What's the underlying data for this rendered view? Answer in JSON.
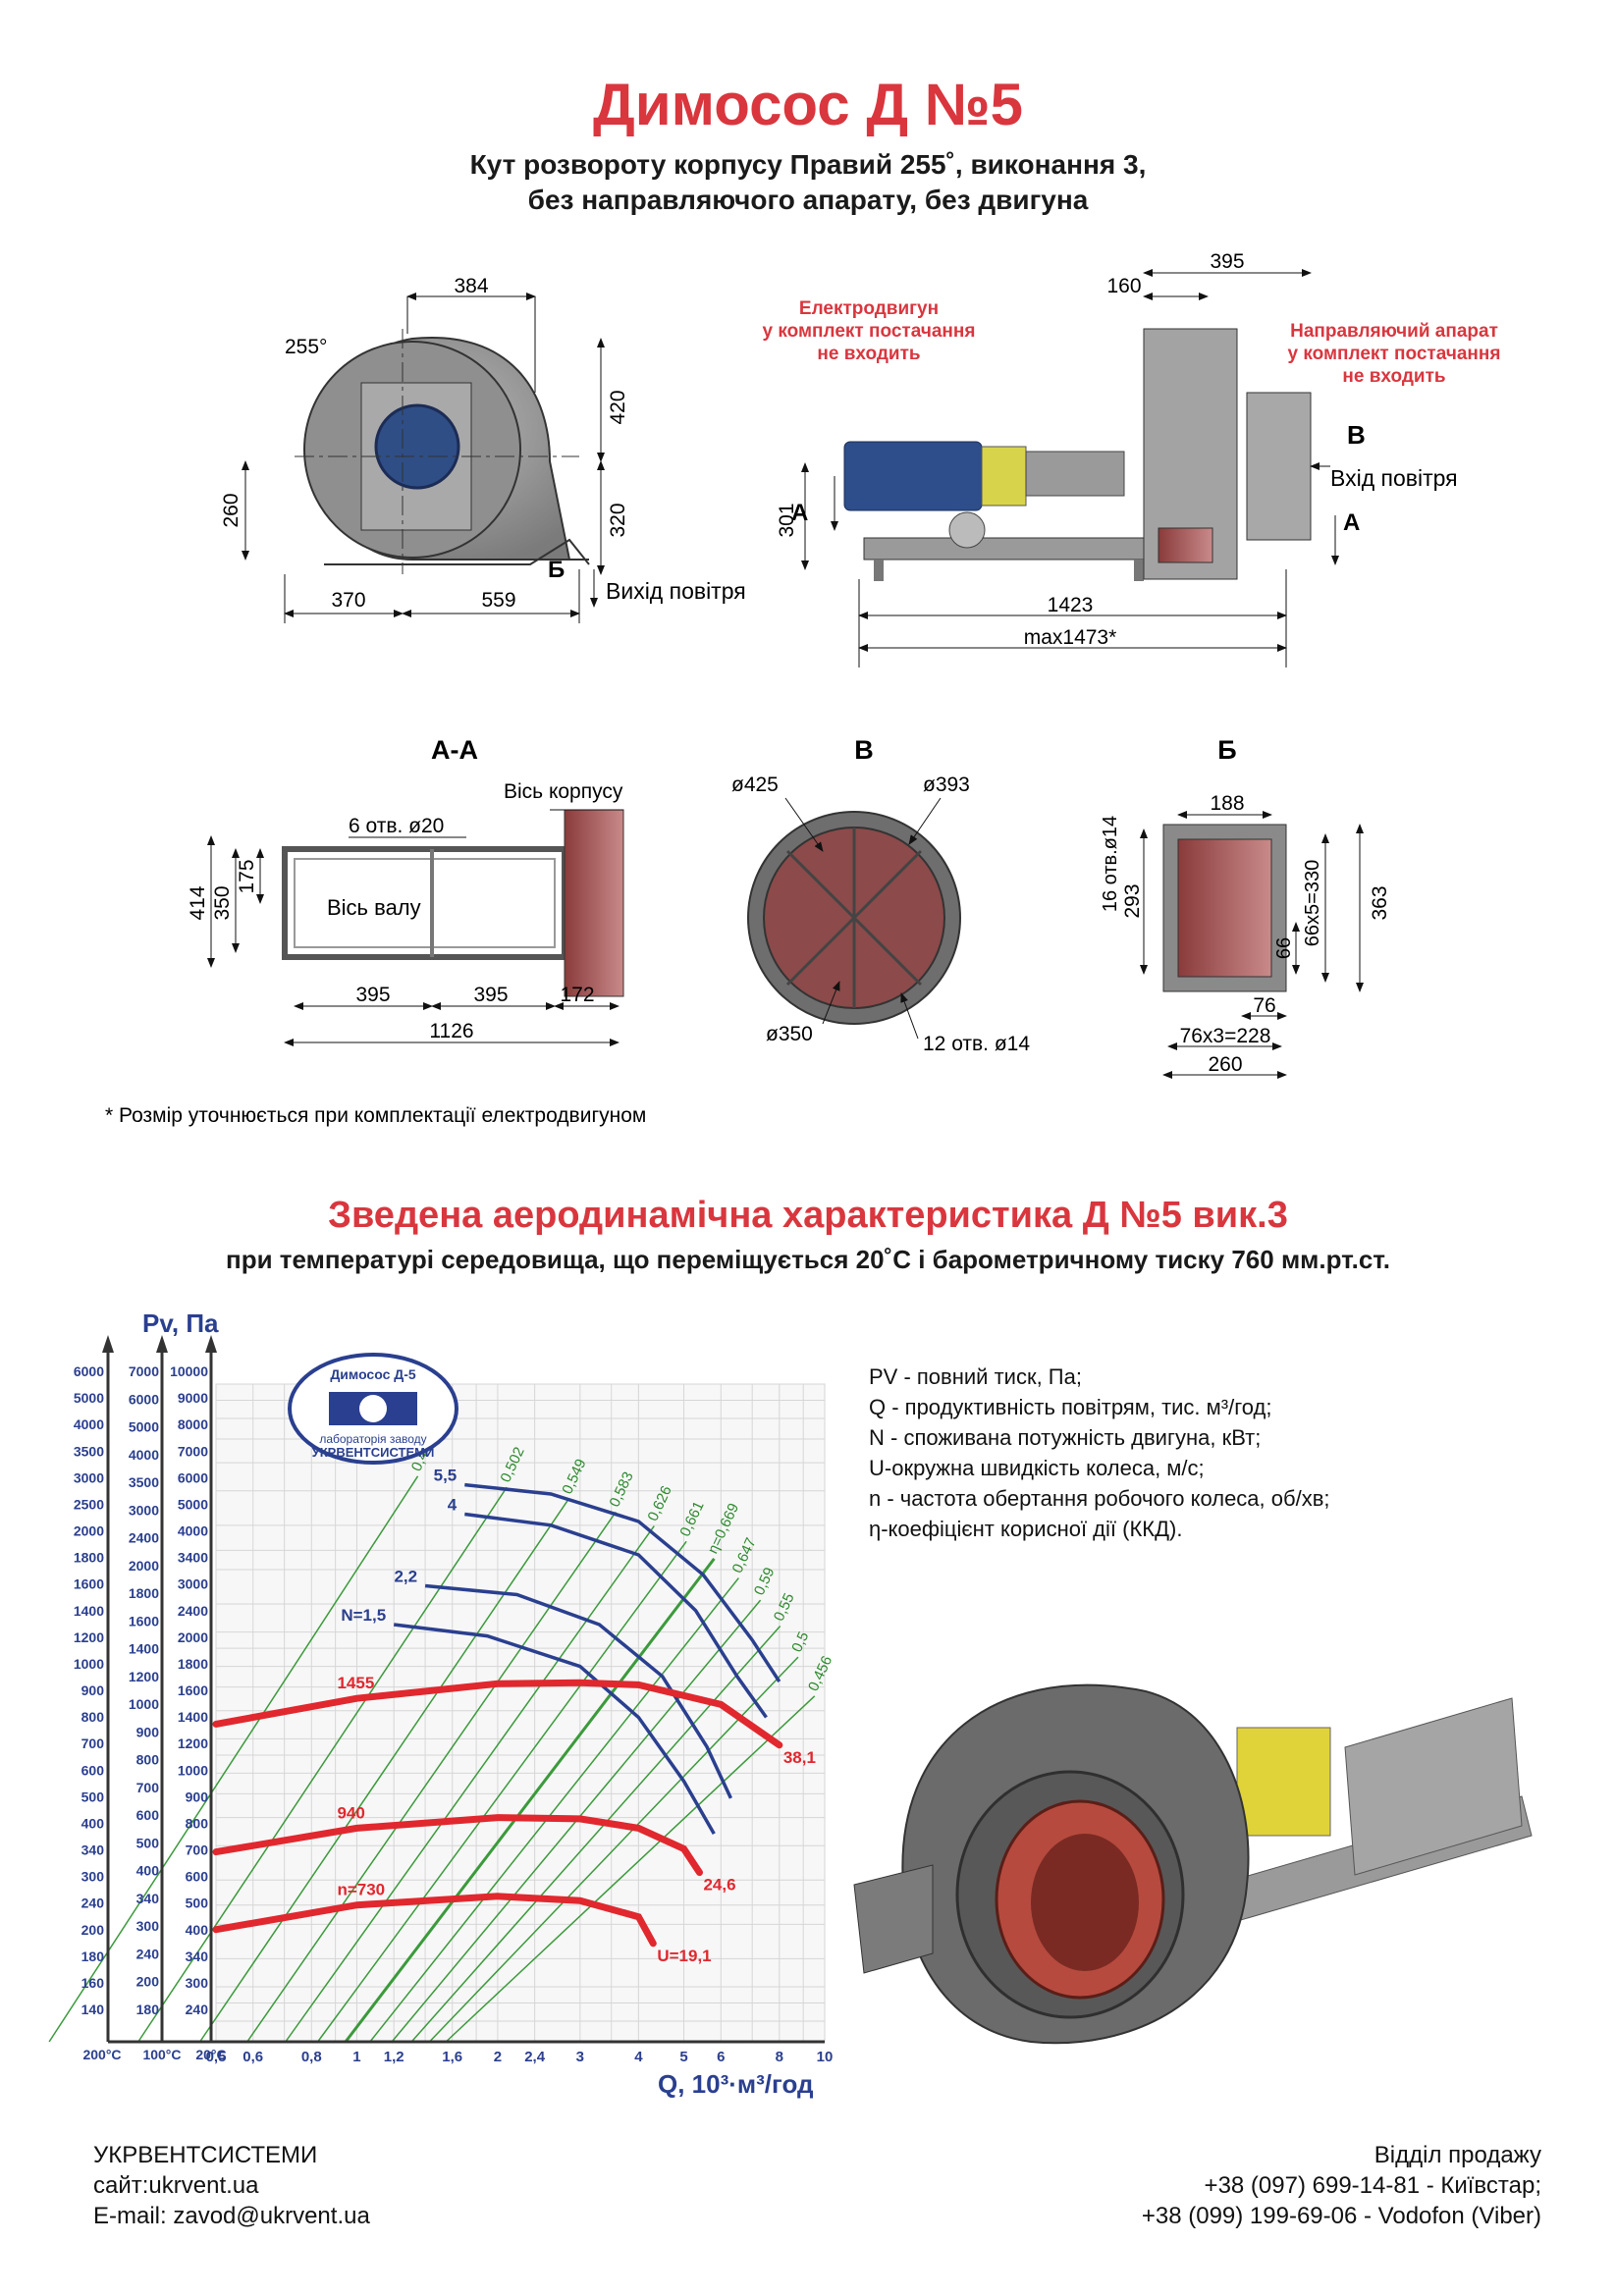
{
  "header": {
    "title": "Димосос  Д №5",
    "subtitle_line1": "Кут розвороту корпусу Правий 255˚, виконання 3,",
    "subtitle_line2": "без направляючого апарату, без двигуна"
  },
  "drawing": {
    "front": {
      "angle": "255°",
      "d_top": "384",
      "d_right_top": "420",
      "d_right_bottom": "320",
      "d_left": "260",
      "d_bottom_left": "370",
      "d_bottom_right": "559",
      "section_b": "Б",
      "outlet": "Вихід повітря"
    },
    "side": {
      "motor_note": [
        "Електродвигун",
        "у комплект постачання",
        "не входить"
      ],
      "guide_note": [
        "Направляючий апарат",
        "у комплект постачання",
        "не входить"
      ],
      "d_top_395": "395",
      "d_top_160": "160",
      "d_height": "301",
      "section_a_left": "А",
      "section_a_right": "А",
      "section_v": "В",
      "inlet": "Вхід повітря",
      "d_len": "1423",
      "d_max": "max1473*"
    },
    "section_aa": {
      "title": "А-А",
      "holes": "6 отв. ø20",
      "body_axis": "Вісь корпусу",
      "shaft_axis": "Вісь валу",
      "d_414": "414",
      "d_350": "350",
      "d_175": "175",
      "d_395a": "395",
      "d_395b": "395",
      "d_172": "172",
      "d_1126": "1126"
    },
    "section_v": {
      "title": "В",
      "d425": "ø425",
      "d393": "ø393",
      "d350": "ø350",
      "holes": "12 отв. ø14"
    },
    "section_b": {
      "title": "Б",
      "d188": "188",
      "holes": "16 отв.ø14",
      "d293": "293",
      "d330": "66x5=330",
      "d363": "363",
      "d66": "66",
      "d76": "76",
      "d228": "76x3=228",
      "d260": "260"
    },
    "footnote": "* Розмір уточнюється при комплектації електродвигуном"
  },
  "chart_header": {
    "title": "Зведена аеродинамічна характеристика Д №5 вик.3",
    "subtitle": "при температурі середовища, що переміщується 20˚С і барометричному тиску 760 мм.рт.ст."
  },
  "chart_data": {
    "type": "line",
    "ylabel": "Pv, Па",
    "xlabel": "Q, 10³·м³/год",
    "x_scale": "log",
    "y_scale": "log",
    "x_ticks": [
      0.5,
      0.6,
      0.8,
      1,
      1.2,
      1.6,
      2,
      2.4,
      3,
      4,
      5,
      6,
      8,
      10
    ],
    "x_tick_labels": [
      "0,5",
      "0,6",
      "0,8",
      "1",
      "1,2",
      "1,6",
      "2",
      "2,4",
      "3",
      "4",
      "5",
      "6",
      "8",
      "10"
    ],
    "y_axis_labels": [
      "200°C",
      "100°C",
      "20°C"
    ],
    "y_ticks_200": [
      "6000",
      "5000",
      "4000",
      "3500",
      "3000",
      "2500",
      "2000",
      "1800",
      "1600",
      "1400",
      "1200",
      "1000",
      "900",
      "800",
      "700",
      "600",
      "500",
      "400",
      "340",
      "300",
      "240",
      "200",
      "180",
      "160",
      "140"
    ],
    "y_ticks_100": [
      "7000",
      "6000",
      "5000",
      "4000",
      "3500",
      "3000",
      "2400",
      "2000",
      "1800",
      "1600",
      "1400",
      "1200",
      "1000",
      "900",
      "800",
      "700",
      "600",
      "500",
      "400",
      "340",
      "300",
      "240",
      "200",
      "180"
    ],
    "y_ticks_20": [
      "10000",
      "9000",
      "8000",
      "7000",
      "6000",
      "5000",
      "4000",
      "3400",
      "3000",
      "2400",
      "2000",
      "1800",
      "1600",
      "1400",
      "1200",
      "1000",
      "900",
      "800",
      "700",
      "600",
      "500",
      "400",
      "340",
      "300",
      "240"
    ],
    "y_range": [
      140,
      10000
    ],
    "x_range": [
      0.5,
      10
    ],
    "series": [
      {
        "name": "n=1455",
        "label_start": "1455",
        "label_end": "38,1",
        "color": "#e0282e",
        "points": [
          [
            0.5,
            1100
          ],
          [
            1,
            1300
          ],
          [
            2,
            1430
          ],
          [
            3,
            1440
          ],
          [
            4,
            1420
          ],
          [
            6,
            1250
          ],
          [
            8,
            960
          ]
        ]
      },
      {
        "name": "n=940",
        "label_start": "940",
        "label_end": "24,6",
        "color": "#e0282e",
        "points": [
          [
            0.5,
            480
          ],
          [
            1,
            560
          ],
          [
            2,
            600
          ],
          [
            3,
            595
          ],
          [
            4,
            560
          ],
          [
            5,
            490
          ],
          [
            5.4,
            420
          ]
        ]
      },
      {
        "name": "n=730",
        "label_start": "n=730",
        "label_end": "U=19,1",
        "color": "#e0282e",
        "points": [
          [
            0.5,
            290
          ],
          [
            1,
            340
          ],
          [
            2,
            360
          ],
          [
            3,
            350
          ],
          [
            4,
            315
          ],
          [
            4.3,
            265
          ]
        ]
      }
    ],
    "power_curves": [
      {
        "label": "5,5",
        "color": "#2a3f8f",
        "points": [
          [
            1.7,
            5200
          ],
          [
            2.6,
            4900
          ],
          [
            4,
            4100
          ],
          [
            5.5,
            2900
          ],
          [
            7,
            1900
          ],
          [
            8,
            1450
          ]
        ]
      },
      {
        "label": "4",
        "color": "#2a3f8f",
        "points": [
          [
            1.7,
            4300
          ],
          [
            2.6,
            4000
          ],
          [
            4,
            3300
          ],
          [
            5.3,
            2300
          ],
          [
            6.5,
            1500
          ],
          [
            7.5,
            1150
          ]
        ]
      },
      {
        "label": "2,2",
        "color": "#2a3f8f",
        "points": [
          [
            1.4,
            2700
          ],
          [
            2.2,
            2550
          ],
          [
            3.3,
            2100
          ],
          [
            4.5,
            1500
          ],
          [
            5.6,
            950
          ],
          [
            6.3,
            680
          ]
        ]
      },
      {
        "label": "N=1,5",
        "color": "#2a3f8f",
        "points": [
          [
            1.2,
            2100
          ],
          [
            1.9,
            1950
          ],
          [
            3,
            1600
          ],
          [
            4,
            1150
          ],
          [
            5,
            760
          ],
          [
            5.8,
            540
          ]
        ]
      }
    ],
    "efficiency_lines": [
      "0,4",
      "0,502",
      "0,549",
      "0,583",
      "0,626",
      "0,661",
      "η=0,669",
      "0,647",
      "0,59",
      "0,55",
      "0,5",
      "0,456"
    ],
    "legend": [
      "PV - повний тиск, Па;",
      "Q - продуктивність повітрям, тис. м³/год;",
      "N - споживана потужність двигуна, кВт;",
      "U-окружна швидкість колеса, м/с;",
      "n - частота обертання робочого колеса, об/хв;",
      "η-коефіцієнт корисної дії (ККД)."
    ],
    "logo": {
      "line1": "Димосос Д-5",
      "line2": "лабораторія заводу",
      "line3": "УКРВЕНТСИСТЕМИ"
    }
  },
  "footer": {
    "company": "УКРВЕНТСИСТЕМИ",
    "site": "сайт:ukrvent.ua",
    "email": "E-mail: zavod@ukrvent.ua",
    "sales": "Відділ продажу",
    "phone1": "+38 (097) 699-14-81 - Київстар;",
    "phone2": "+38 (099) 199-69-06 - Vodofon (Viber)"
  },
  "watermark": "ukrvent.ua"
}
